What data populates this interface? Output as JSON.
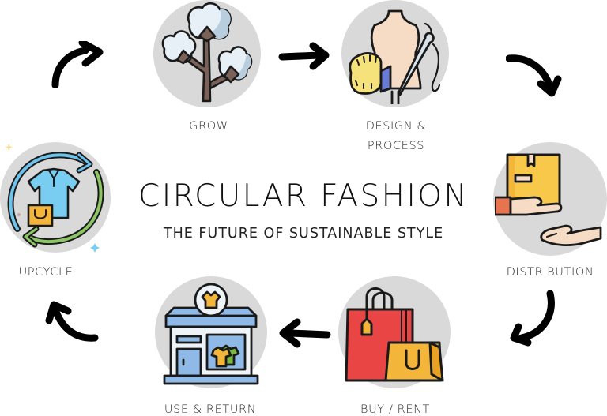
{
  "title": "CIRCULAR FASHION",
  "subtitle": "THE FUTURE OF SUSTAINABLE STYLE",
  "colors": {
    "circle_bg": "#d9d9d9",
    "outline": "#1a1a1a",
    "cotton": "#e8f0f7",
    "cotton_shade": "#b8cddd",
    "stem": "#7a6259",
    "mannequin": "#f7dcc5",
    "tape_yellow": "#f5e27a",
    "tape_blue": "#6a7bd6",
    "box_yellow": "#f8c84b",
    "sleeve_orange": "#e8734f",
    "shirt_blue": "#79cdf0",
    "bag_yellow": "#f3b63a",
    "bag_red": "#e94545",
    "store_blue": "#8fb9e6",
    "shirt_green": "#7ab843",
    "arrow_green": "#8cc665",
    "arrow_blue": "#6dc3ec"
  },
  "stages": [
    {
      "id": "grow",
      "label_lines": [
        "GROW"
      ],
      "icon": "cotton-plant-icon"
    },
    {
      "id": "design",
      "label_lines": [
        "DESIGN &",
        "PROCESS"
      ],
      "icon": "mannequin-needle-icon"
    },
    {
      "id": "distribution",
      "label_lines": [
        "DISTRIBUTION"
      ],
      "icon": "package-handoff-icon"
    },
    {
      "id": "buy",
      "label_lines": [
        "BUY / RENT"
      ],
      "icon": "shopping-bags-icon"
    },
    {
      "id": "use",
      "label_lines": [
        "USE & RETURN"
      ],
      "icon": "clothing-store-icon"
    },
    {
      "id": "upcycle",
      "label_lines": [
        "UPCYCLE"
      ],
      "icon": "recycle-shirt-icon"
    }
  ],
  "arrows": [
    {
      "from": "upcycle",
      "to": "grow",
      "icon": "curved-arrow-up-right-icon"
    },
    {
      "from": "grow",
      "to": "design",
      "icon": "arrow-right-icon"
    },
    {
      "from": "design",
      "to": "distribution",
      "icon": "curved-arrow-down-right-icon"
    },
    {
      "from": "distribution",
      "to": "buy",
      "icon": "curved-arrow-down-left-icon"
    },
    {
      "from": "buy",
      "to": "use",
      "icon": "arrow-left-icon"
    },
    {
      "from": "use",
      "to": "upcycle",
      "icon": "curved-arrow-up-left-icon"
    }
  ]
}
